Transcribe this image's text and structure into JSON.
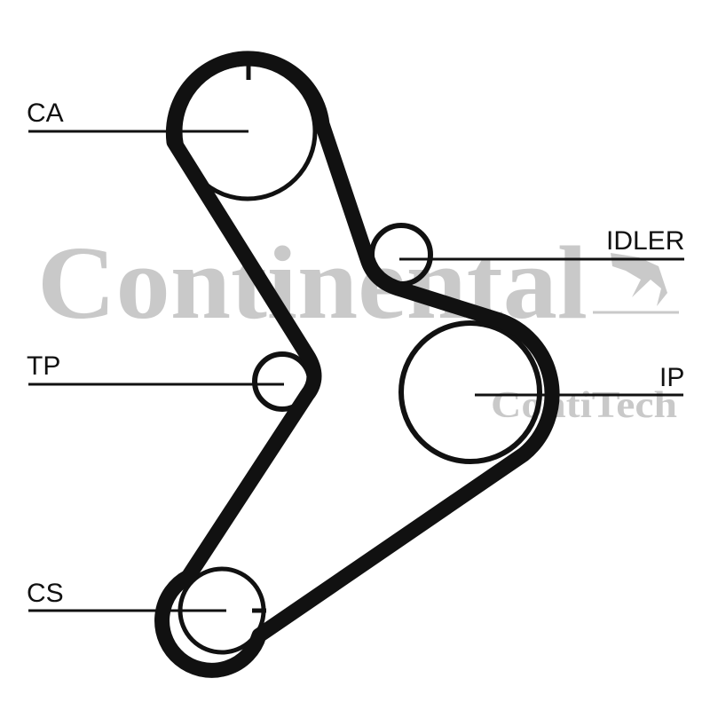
{
  "watermark": {
    "brand": "Continental",
    "sub_brand": "ContiTech",
    "color": "#c9c9c9"
  },
  "labels": {
    "ca": "CA",
    "idler": "IDLER",
    "tp": "TP",
    "ip": "IP",
    "cs": "CS"
  },
  "colors": {
    "belt": "#111111",
    "background": "#ffffff"
  }
}
